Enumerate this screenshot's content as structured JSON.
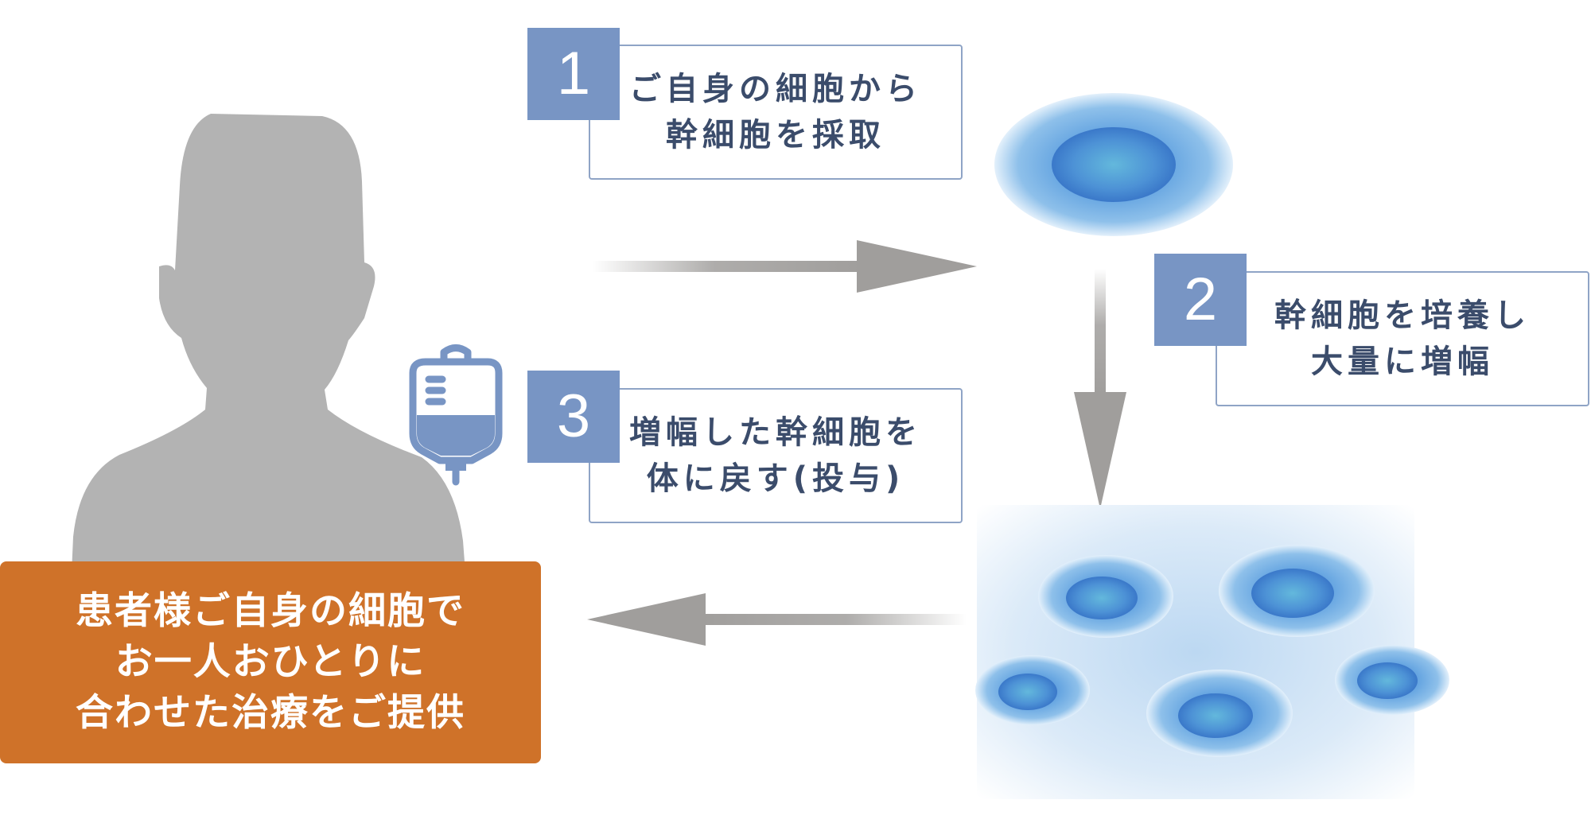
{
  "steps": [
    {
      "number": "1",
      "lines": [
        "ご自身の細胞から",
        "幹細胞を採取"
      ]
    },
    {
      "number": "2",
      "lines": [
        "幹細胞を培養し",
        "大量に増幅"
      ]
    },
    {
      "number": "3",
      "lines": [
        "増幅した幹細胞を",
        "体に戻す(投与)"
      ]
    }
  ],
  "summary": {
    "lines": [
      "患者様ご自身の細胞で",
      "お一人おひとりに",
      "合わせた治療をご提供"
    ]
  },
  "icons": {
    "person": "person-silhouette-icon",
    "iv_bag": "iv-drip-bag-icon",
    "stem_cell": "stem-cell-icon",
    "cell_culture": "cultured-cells-icon"
  },
  "colors": {
    "number_box": "#7895c4",
    "box_border": "#8fa4c6",
    "step_text": "#3b4c6b",
    "summary_bg": "#cf7229",
    "silhouette": "#b3b3b3",
    "arrow": "#a09e9c",
    "cell_outer": "#8ec0ea",
    "cell_nucleus": "#3f7fd0"
  }
}
